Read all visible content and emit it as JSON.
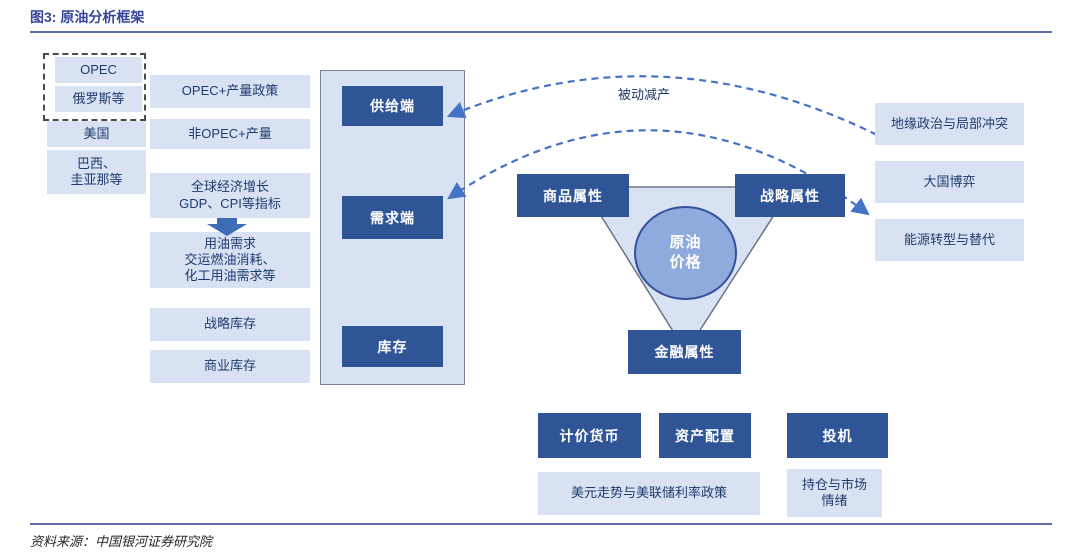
{
  "title": "图3: 原油分析框架",
  "source": "资料来源：中国银河证券研究院",
  "colors": {
    "dark_blue": "#2F5597",
    "light_blue": "#D9E2F3",
    "circle_fill": "#8FAADC",
    "circle_border": "#34519E",
    "arc_blue": "#4472C4",
    "title_blue": "#36459B",
    "rule_blue": "#5C6CA4",
    "navy_text": "#1E3C6E"
  },
  "producers": {
    "opec": "OPEC",
    "russia": "俄罗斯等",
    "usa": "美国",
    "brazil": "巴西、\n圭亚那等"
  },
  "factors": {
    "opec_policy": "OPEC+产量政策",
    "non_opec_output": "非OPEC+产量",
    "macro": "全球经济增长\nGDP、CPI等指标",
    "oil_demand": "用油需求\n交运燃油消耗、\n化工用油需求等",
    "strategic_inventory": "战略库存",
    "commercial_inventory": "商业库存"
  },
  "framework": {
    "supply": "供给端",
    "demand": "需求端",
    "inventory": "库存"
  },
  "triangle": {
    "commodity": "商品属性",
    "strategic": "战略属性",
    "financial": "金融属性",
    "center": "原油\n价格"
  },
  "arcs": {
    "passive_cut_label": "被动减产"
  },
  "strategic_factors": {
    "geopolitics": "地缘政治与局部冲突",
    "great_power_game": "大国博弈",
    "energy_transition": "能源转型与替代"
  },
  "financial_factors": {
    "pricing_currency": "计价货币",
    "asset_allocation": "资产配置",
    "speculation": "投机",
    "usd_fed_policy": "美元走势与美联储利率政策",
    "positions_sentiment": "持仓与市场\n情绪"
  }
}
